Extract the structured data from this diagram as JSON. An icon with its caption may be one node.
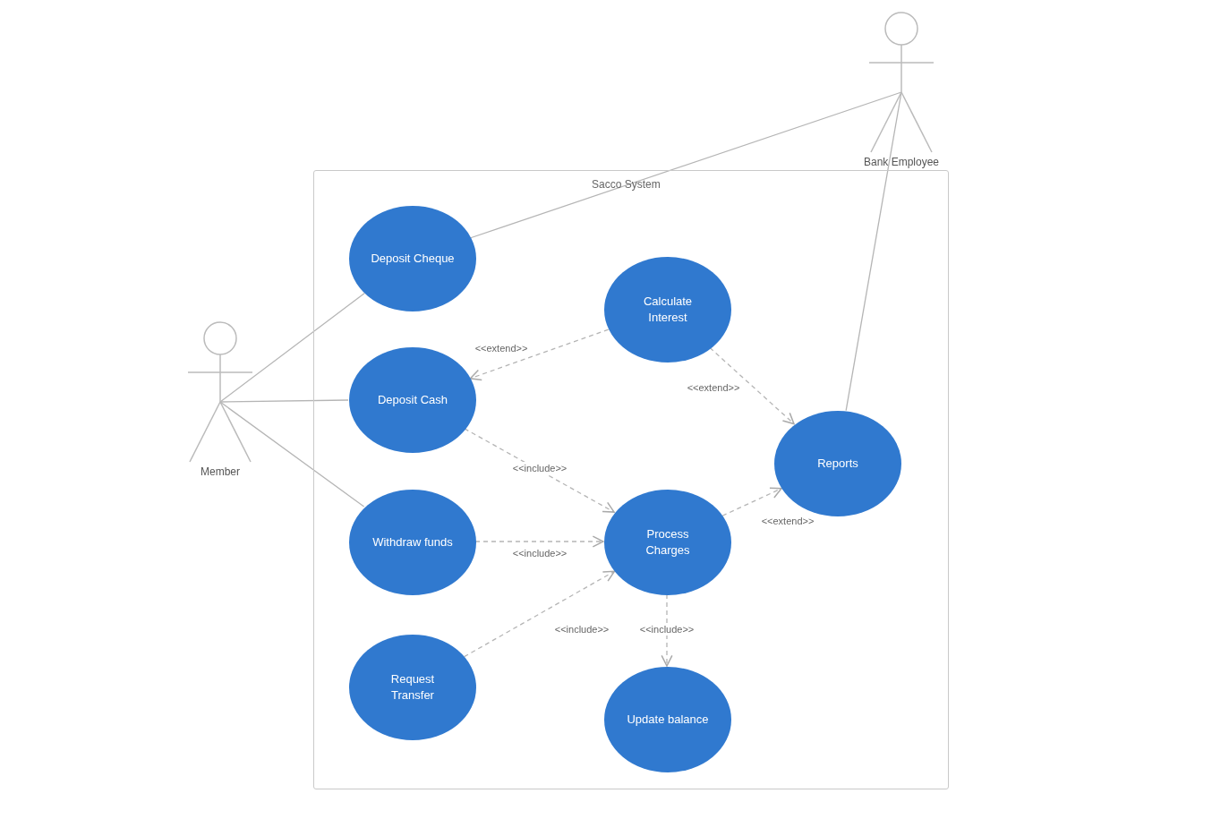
{
  "diagram": {
    "nodes": [
      {
        "text": [
          "Bank Employee"
        ]
      },
      {
        "text": [
          "Sacco System"
        ]
      },
      {
        "text": [
          "Deposit Cheque"
        ],
        "in": 1
      },
      {
        "text": [
          "Calculate Interest"
        ],
        "in": 1
      },
      {
        "text": [
          "Deposit Cash"
        ],
        "in": 1
      },
      {
        "text": [
          "Reports"
        ],
        "in": 1
      },
      {
        "text": [
          "Withdraw funds"
        ],
        "in": 1
      },
      {
        "text": [
          "Process Charges"
        ],
        "in": 1
      },
      {
        "text": [
          "Request Transfer"
        ],
        "in": 1
      },
      {
        "text": [
          "Update balance"
        ],
        "in": 1
      },
      {
        "text": [
          "Member"
        ]
      }
    ],
    "edges": [
      {
        "from": 10,
        "to": 2,
        "arrow": "none"
      },
      {
        "from": 10,
        "to": 4,
        "arrow": "none"
      },
      {
        "from": 10,
        "to": 6,
        "arrow": "none"
      },
      {
        "from": 0,
        "to": 2,
        "arrow": "none"
      },
      {
        "from": 0,
        "to": 5,
        "arrow": "none"
      },
      {
        "from": 3,
        "to": 4,
        "arrow": "to",
        "style": "dashed",
        "label": "<<extend>>"
      },
      {
        "from": 4,
        "to": 7,
        "arrow": "to",
        "style": "dashed",
        "label": "<<include>>"
      },
      {
        "from": 6,
        "to": 7,
        "arrow": "to",
        "style": "dashed",
        "label": "<<include>>"
      },
      {
        "from": 8,
        "to": 7,
        "arrow": "to",
        "style": "dashed",
        "label": "<<include>>"
      },
      {
        "from": 7,
        "to": 9,
        "arrow": "to",
        "style": "dashed",
        "label": "<<include>>"
      },
      {
        "from": 3,
        "to": 5,
        "arrow": "to",
        "style": "dashed",
        "label": "<<extend>>"
      },
      {
        "from": 7,
        "to": 5,
        "arrow": "to",
        "style": "dashed",
        "label": "<<extend>>"
      }
    ]
  }
}
